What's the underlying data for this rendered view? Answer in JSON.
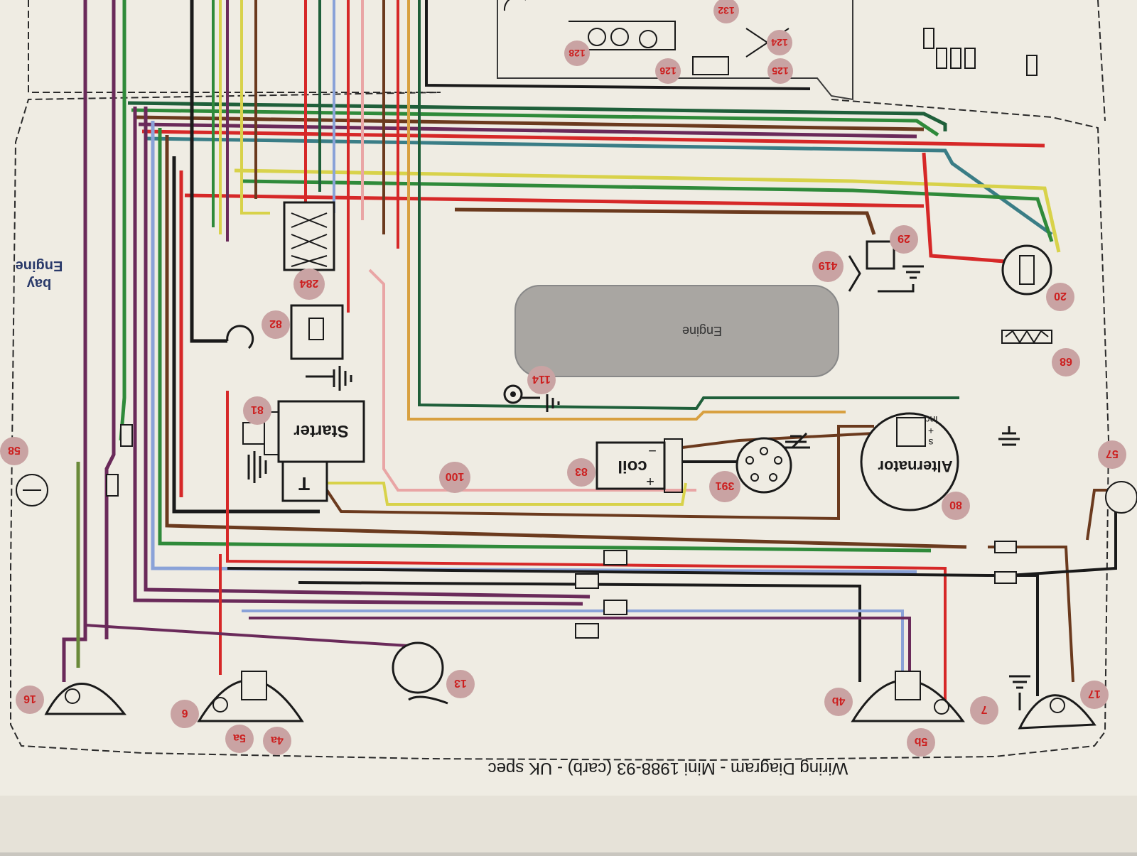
{
  "diagram": {
    "title": "Wiring Diagram - Mini 1988-93 (carb) - UK spec",
    "region_label_line1": "Engine",
    "region_label_line2": "bay",
    "engine_label": "Engine",
    "starter_label": "Starter",
    "coil_label": "coil",
    "coil_plus": "+",
    "coil_minus": "−",
    "alternator_label": "Alternator",
    "alternator_terminals": [
      "ind",
      "+",
      "s"
    ],
    "starter_terminal": "T",
    "component_numbers": [
      "58",
      "16",
      "6",
      "5a",
      "4a",
      "13",
      "82",
      "81",
      "284",
      "100",
      "83",
      "391",
      "114",
      "80",
      "57",
      "17",
      "7",
      "5b",
      "4b",
      "29",
      "419",
      "20",
      "68",
      "128",
      "126",
      "125",
      "124",
      "132"
    ],
    "colors": {
      "paper": "#efece3",
      "black": "#1a1a1a",
      "red": "#d62828",
      "brown": "#6b3a1e",
      "green": "#2f8a3a",
      "dark_green": "#1f5f3a",
      "yellow": "#d8d24a",
      "purple": "#6a2a5a",
      "blue": "#8aa2d8",
      "slate": "#3a7d86",
      "pink": "#e9a5a5",
      "label_circle": "#c9a3a3",
      "label_text": "#cc1f1f"
    }
  }
}
